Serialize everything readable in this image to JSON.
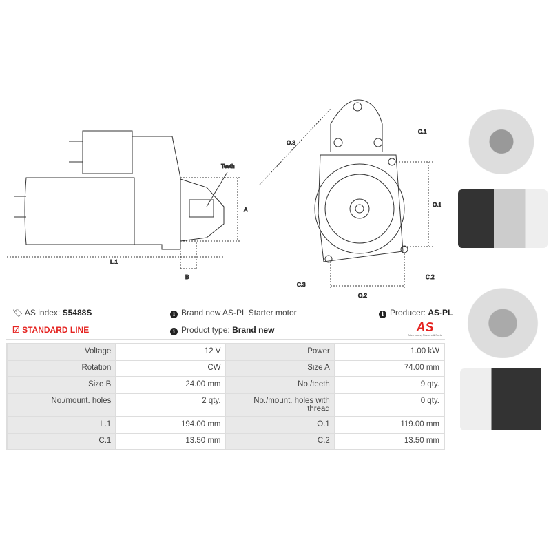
{
  "drawing": {
    "teeth": "Teeth",
    "l1": "L.1",
    "a": "A",
    "b": "B",
    "o1": "O.1",
    "o2": "O.2",
    "o3": "O.3",
    "c1": "C.1",
    "c2": "C.2",
    "c3": "C.3"
  },
  "info": {
    "as_index_label": "AS index:",
    "as_index": "S5488S",
    "line": "STANDARD LINE",
    "description": "Brand new AS-PL Starter motor",
    "product_type_label": "Product type:",
    "product_type": "Brand new",
    "producer_label": "Producer:",
    "producer": "AS-PL",
    "logo_text": "AS",
    "logo_tagline": "Alternators, Starters & Parts"
  },
  "specs": [
    [
      "Voltage",
      "12 V",
      "Power",
      "1.00 kW"
    ],
    [
      "Rotation",
      "CW",
      "Size A",
      "74.00 mm"
    ],
    [
      "Size B",
      "24.00 mm",
      "No./teeth",
      "9 qty."
    ],
    [
      "No./mount. holes",
      "2 qty.",
      "No./mount. holes with thread",
      "0 qty."
    ],
    [
      "L.1",
      "194.00 mm",
      "O.1",
      "119.00 mm"
    ],
    [
      "C.1",
      "13.50 mm",
      "C.2",
      "13.50 mm"
    ]
  ],
  "colors": {
    "accent": "#e52421"
  }
}
